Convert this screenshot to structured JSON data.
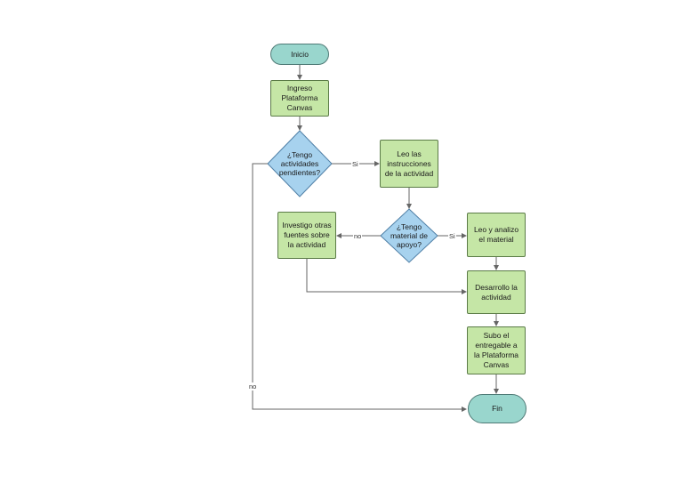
{
  "nodes": {
    "inicio": "Inicio",
    "ingreso": "Ingreso Plataforma Canvas",
    "tengo_actividades": "¿Tengo actividades pendientes?",
    "leo_instrucciones": "Leo las instrucciones de la actividad",
    "tengo_material": "¿Tengo material de apoyo?",
    "investigo": "Investigo otras fuentes sobre la actividad",
    "leo_analizo": "Leo y analizo el material",
    "desarrollo": "Desarrollo la actividad",
    "subo": "Subo el entregable a la Plataforma Canvas",
    "fin": "Fin"
  },
  "edge_labels": {
    "si_1": "Si",
    "no_1": "no",
    "si_2": "Si",
    "no_2": "no"
  },
  "colors": {
    "process_fill": "#c5e6a6",
    "terminal_fill": "#99d6cd",
    "decision_fill": "#a7d2ee",
    "connector": "#666666"
  }
}
